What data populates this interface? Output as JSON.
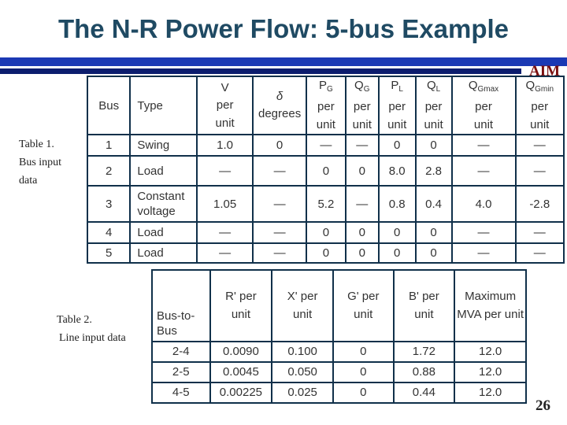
{
  "title": "The N-R Power Flow: 5-bus Example",
  "logo": "AIM",
  "page_number": "26",
  "table1": {
    "caption": [
      "Table 1.",
      "Bus input",
      "data"
    ],
    "headers": [
      {
        "main": "Bus"
      },
      {
        "main": "Type"
      },
      {
        "top": "V",
        "unit": "per unit"
      },
      {
        "top": "δ",
        "unit": "degrees"
      },
      {
        "sym": "P",
        "sub": "G",
        "unit": "per unit"
      },
      {
        "sym": "Q",
        "sub": "G",
        "unit": "per unit"
      },
      {
        "sym": "P",
        "sub": "L",
        "unit": "per unit"
      },
      {
        "sym": "Q",
        "sub": "L",
        "unit": "per unit"
      },
      {
        "sym": "Q",
        "sub": "Gmax",
        "unit": "per unit"
      },
      {
        "sym": "Q",
        "sub": "Gmin",
        "unit": "per unit"
      }
    ],
    "rows": [
      [
        "1",
        "Swing",
        "1.0",
        "0",
        "—",
        "—",
        "0",
        "0",
        "—",
        "—"
      ],
      [
        "2",
        "Load",
        "—",
        "—",
        "0",
        "0",
        "8.0",
        "2.8",
        "—",
        "—"
      ],
      [
        "3",
        "Constant voltage",
        "1.05",
        "—",
        "5.2",
        "—",
        "0.8",
        "0.4",
        "4.0",
        "-2.8"
      ],
      [
        "4",
        "Load",
        "—",
        "—",
        "0",
        "0",
        "0",
        "0",
        "—",
        "—"
      ],
      [
        "5",
        "Load",
        "—",
        "—",
        "0",
        "0",
        "0",
        "0",
        "—",
        "—"
      ]
    ]
  },
  "table2": {
    "caption": [
      "Table 2.",
      "Line input data"
    ],
    "headers": [
      "Bus-to-Bus",
      "R' per unit",
      "X' per unit",
      "G' per unit",
      "B' per unit",
      "Maximum MVA per unit"
    ],
    "rows": [
      [
        "2-4",
        "0.0090",
        "0.100",
        "0",
        "1.72",
        "12.0"
      ],
      [
        "2-5",
        "0.0045",
        "0.050",
        "0",
        "0.88",
        "12.0"
      ],
      [
        "4-5",
        "0.00225",
        "0.025",
        "0",
        "0.44",
        "12.0"
      ]
    ]
  }
}
